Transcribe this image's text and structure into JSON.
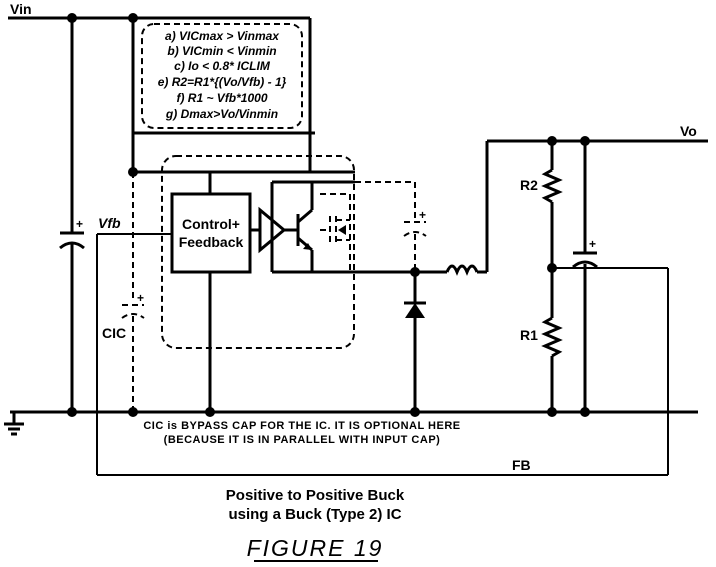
{
  "labels": {
    "vin": "Vin",
    "vo": "Vo",
    "vfb": "Vfb",
    "cic": "CIC",
    "r1": "R1",
    "r2": "R2",
    "fb": "FB",
    "control_line1": "Control+",
    "control_line2": "Feedback",
    "plus": "+"
  },
  "conditions": [
    "a) VICmax > Vinmax",
    "b) VICmin < Vinmin",
    "c) Io < 0.8* ICLIM",
    "e) R2=R1*{(Vo/Vfb) - 1}",
    "f) R1 ~ Vfb*1000",
    "g) Dmax>Vo/Vinmin"
  ],
  "note": {
    "line1": "CIC is BYPASS CAP FOR THE IC. IT IS OPTIONAL HERE",
    "line2": "(BECAUSE IT IS IN PARALLEL WITH INPUT CAP)"
  },
  "caption": {
    "line1": "Positive to Positive Buck",
    "line2": "using a Buck (Type 2) IC",
    "figure": "FIGURE 19"
  }
}
